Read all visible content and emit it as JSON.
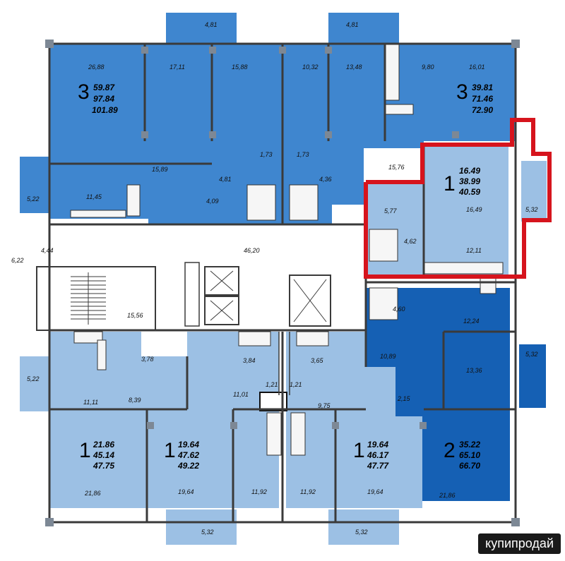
{
  "colors": {
    "medium_blue": "#3f86cf",
    "light_blue": "#9cc0e4",
    "dark_blue": "#1560b4",
    "corridor": "#ffffff",
    "highlight": "#d6141d",
    "wall": "#3a3a3a"
  },
  "apartments": [
    {
      "id": "top-left",
      "rooms": "3",
      "areas": [
        "59.87",
        "97.84",
        "101.89"
      ]
    },
    {
      "id": "top-right",
      "rooms": "3",
      "areas": [
        "39.81",
        "71.46",
        "72.90"
      ]
    },
    {
      "id": "right-highlighted",
      "rooms": "1",
      "areas": [
        "16.49",
        "38.99",
        "40.59"
      ],
      "highlighted": true
    },
    {
      "id": "bottom-right",
      "rooms": "2",
      "areas": [
        "35.22",
        "65.10",
        "66.70"
      ]
    },
    {
      "id": "bottom-1",
      "rooms": "1",
      "areas": [
        "21.86",
        "45.14",
        "47.75"
      ]
    },
    {
      "id": "bottom-2",
      "rooms": "1",
      "areas": [
        "19.64",
        "47.62",
        "49.22"
      ]
    },
    {
      "id": "bottom-3",
      "rooms": "1",
      "areas": [
        "19.64",
        "46.17",
        "47.77"
      ]
    }
  ],
  "room_labels": {
    "balcony_top_left": "4,81",
    "balcony_top_right": "4,81",
    "tl_room1": "26,88",
    "tl_room2": "17,11",
    "tl_room3": "15,88",
    "tl_hall": "15,89",
    "tl_kitchen": "11,45",
    "tl_balcony_side": "5,22",
    "tl_bath": "1,73",
    "tl_closet": "4,81",
    "tl_closet2": "4,09",
    "tr_room1": "10,32",
    "tr_room2": "13,48",
    "tr_kitchen": "9,80",
    "tr_room3": "16,01",
    "tr_hall": "15,76",
    "tr_bath": "1,73",
    "tr_closet": "4,36",
    "r_room": "16,49",
    "r_hall": "5,77",
    "r_bath": "4,62",
    "r_kitchen": "12,11",
    "r_balcony": "5,32",
    "corridor": "46,20",
    "left_hall": "4,44",
    "left_balcony": "6,22",
    "stairs": "15,56",
    "br_bath": "4,60",
    "br_kitchen": "12,24",
    "br_hall": "10,89",
    "br_room": "13,36",
    "br_balcony": "5,32",
    "br_closet": "2,15",
    "br_room2": "21,86",
    "b1_bath": "3,78",
    "b1_balcony_side": "5,22",
    "b1_hall": "11,11",
    "b1_kitchen": "8,39",
    "b1_room": "21,86",
    "b2_bath": "3,84",
    "b2_wc": "1,21",
    "b2_hall": "11,01",
    "b2_room": "19,64",
    "b2_kitchen": "11,92",
    "b3_bath": "3,65",
    "b3_wc": "1,21",
    "b3_hall": "9,75",
    "b3_kitchen": "11,92",
    "b3_room": "19,64",
    "balcony_bottom_left": "5,32",
    "balcony_bottom_right": "5,32"
  },
  "watermark": "купипродай"
}
